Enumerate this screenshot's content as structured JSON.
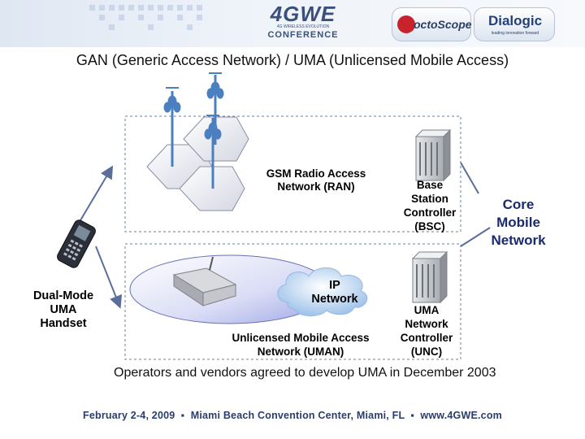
{
  "header": {
    "conference_logo_main": "4GWE",
    "conference_logo_sub": "4G WIRELESS EVOLUTION",
    "conference_logo_word": "CONFERENCE",
    "sponsor_1": "octoScope",
    "sponsor_2": "Dialogic",
    "sponsor_2_tagline": "leading innovation forward"
  },
  "title": "GAN (Generic Access Network) / UMA (Unlicensed Mobile Access)",
  "labels": {
    "ran": "GSM Radio Access\nNetwork (RAN)",
    "bsc": "Base\nStation\nController\n(BSC)",
    "core": "Core\nMobile\nNetwork",
    "handset": "Dual-Mode\nUMA\nHandset",
    "ip": "IP\nNetwork",
    "uman": "Unlicensed Mobile Access\nNetwork (UMAN)",
    "unc": "UMA\nNetwork\nController\n(UNC)"
  },
  "caption": "Operators and vendors agreed to develop UMA in December 2003",
  "footer": "February 2-4, 2009  ▪  Miami Beach Convention Center, Miami, FL  ▪  www.4GWE.com"
}
